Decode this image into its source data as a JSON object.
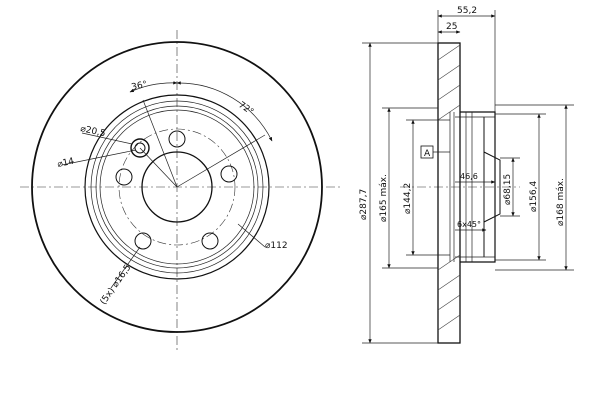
{
  "front_view": {
    "angle_36": "36°",
    "angle_72": "72°",
    "dia_20_5": "⌀20,5",
    "dia_14": "⌀14",
    "dia_112": "⌀112",
    "dia_16_5": "(5x) ⌀16,5"
  },
  "side_view": {
    "dim_55_2": "55,2",
    "dim_25": "25",
    "datum_a": "A",
    "dim_46_6": "46,6",
    "dim_6x45": "6x45°",
    "dia_287_7": "⌀287,7",
    "dia_165_max": "⌀165 máx.",
    "dia_144_2": "⌀144,2",
    "dia_68_15": "⌀68,15",
    "dia_156_4": "⌀156,4",
    "dia_168_max": "⌀168 máx."
  },
  "colors": {
    "line": "#111111",
    "background": "#ffffff"
  }
}
